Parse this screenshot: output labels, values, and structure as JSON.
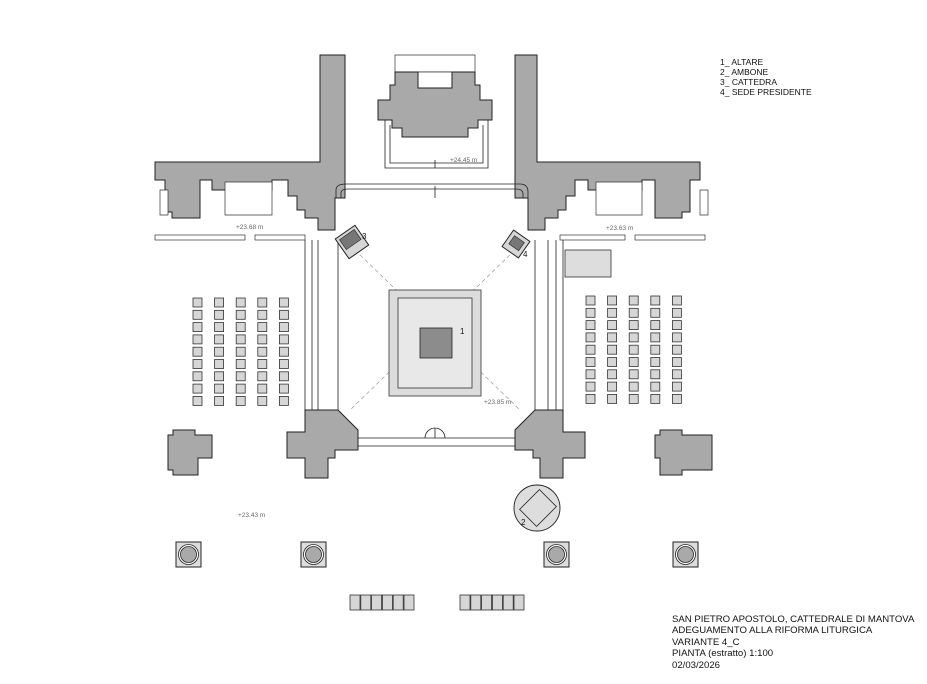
{
  "legend": {
    "items": [
      "1_ ALTARE",
      "2_ AMBONE",
      "3_ CATTEDRA",
      "4_ SEDE PRESIDENTE"
    ]
  },
  "title_block": {
    "lines": [
      "SAN PIETRO APOSTOLO, CATTEDRALE DI MANTOVA",
      "ADEGUAMENTO ALLA RIFORMA LITURGICA",
      "VARIANTE 4_C",
      "PIANTA (estratto) 1:100",
      "02/03/2026"
    ]
  },
  "levels": {
    "presbytery": "+24.45 m",
    "left_transept": "+23.68 m",
    "right_transept": "+23.63 m",
    "crossing": "+23.85 m",
    "nave": "+23.43 m"
  },
  "markers": {
    "altar": "1",
    "ambo": "2",
    "cathedra": "3",
    "presider": "4"
  },
  "seating": {
    "left_block": {
      "cols": 5,
      "rows": 9
    },
    "right_block": {
      "cols": 5,
      "rows": 9
    },
    "front_benches": [
      6,
      6
    ]
  },
  "colors": {
    "wall": "#a9a9a9",
    "platform": "#dcdcdc",
    "altar": "#8c8c8c"
  }
}
